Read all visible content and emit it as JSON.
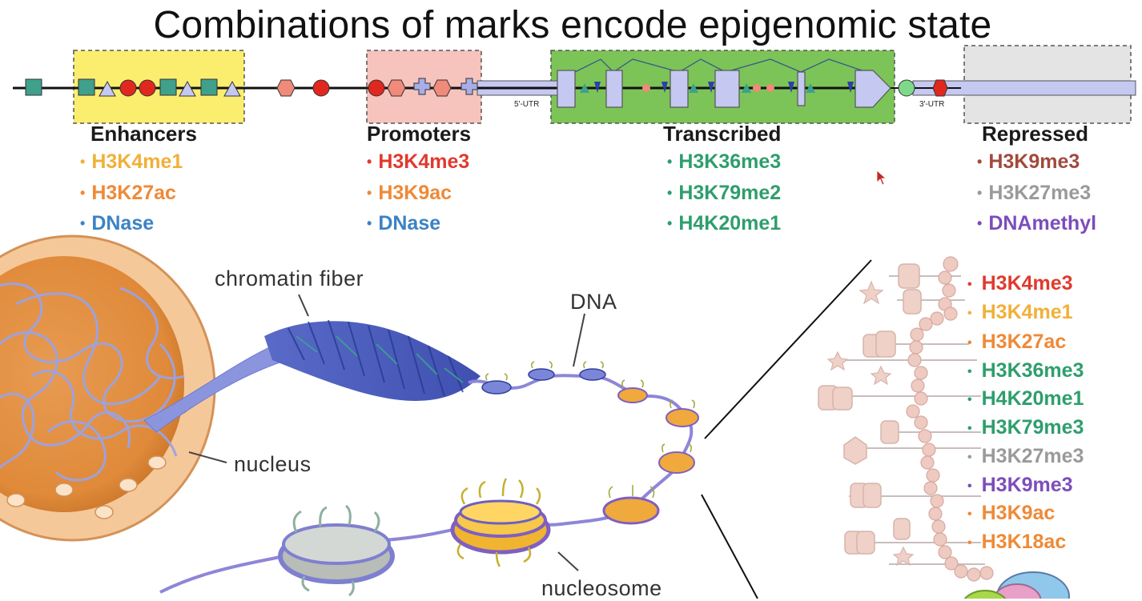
{
  "title": "Combinations of marks encode epigenomic state",
  "track_labels": {
    "utr5": "5'-UTR",
    "utr3": "3'-UTR"
  },
  "categories": [
    {
      "name": "Enhancers",
      "marks": [
        {
          "label": "H3K4me1",
          "color": "#f0b03a"
        },
        {
          "label": "H3K27ac",
          "color": "#ee8a37"
        },
        {
          "label": "DNase",
          "color": "#3b82c4"
        }
      ]
    },
    {
      "name": "Promoters",
      "marks": [
        {
          "label": "H3K4me3",
          "color": "#e03a2e"
        },
        {
          "label": "H3K9ac",
          "color": "#ee8a37"
        },
        {
          "label": "DNase",
          "color": "#3b82c4"
        }
      ]
    },
    {
      "name": "Transcribed",
      "marks": [
        {
          "label": "H3K36me3",
          "color": "#2e9e6c"
        },
        {
          "label": "H3K79me2",
          "color": "#2e9e6c"
        },
        {
          "label": "H4K20me1",
          "color": "#2e9e6c"
        }
      ]
    },
    {
      "name": "Repressed",
      "marks": [
        {
          "label": "H3K9me3",
          "color": "#a14a3c"
        },
        {
          "label": "H3K27me3",
          "color": "#9a9a9a"
        },
        {
          "label": "DNAmethyl",
          "color": "#7c4dba"
        }
      ]
    }
  ],
  "diagram_labels": {
    "chromatin_fiber": "chromatin fiber",
    "dna": "DNA",
    "nucleus": "nucleus",
    "nucleosome": "nucleosome"
  },
  "histone_marks": [
    {
      "label": "H3K4me3",
      "color": "#e03a2e"
    },
    {
      "label": "H3K4me1",
      "color": "#f0b03a"
    },
    {
      "label": "H3K27ac",
      "color": "#ee8a37"
    },
    {
      "label": "H3K36me3",
      "color": "#2e9e6c"
    },
    {
      "label": "H4K20me1",
      "color": "#2e9e6c"
    },
    {
      "label": "H3K79me3",
      "color": "#2e9e6c"
    },
    {
      "label": "H3K27me3",
      "color": "#9a9a9a"
    },
    {
      "label": "H3K9me3",
      "color": "#7c4dba"
    },
    {
      "label": "H3K9ac",
      "color": "#ee8a37"
    },
    {
      "label": "H3K18ac",
      "color": "#ee8a37"
    }
  ],
  "colors": {
    "enhancer_box": "#fbee6f",
    "promoter_box": "#f6c3bd",
    "transcribed_box": "#7cc457",
    "repressed_box": "#e4e4e4",
    "gene_body": "#c5c8f0",
    "nucleus": "#e9a25a"
  }
}
